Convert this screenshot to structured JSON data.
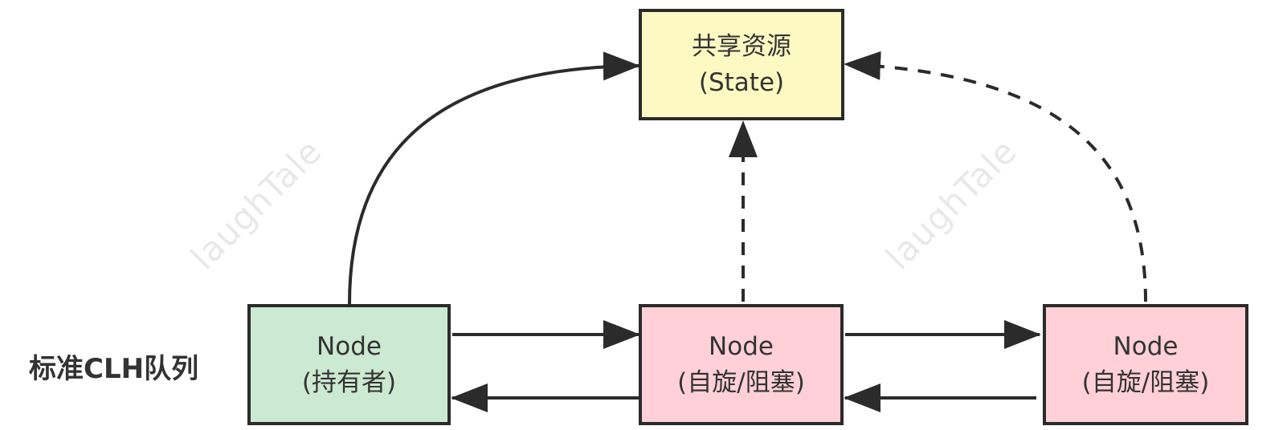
{
  "colors": {
    "state_fill": "#fcf9c2",
    "holder_fill": "#cce9d1",
    "waiting_fill": "#ffd0d8",
    "border": "#2b2b2b",
    "arrow": "#2b2b2b",
    "text": "#333333",
    "watermark": "#969696"
  },
  "shared_resource": {
    "line1": "共享资源",
    "line2": "(State)"
  },
  "queue_label": "标准CLH队列",
  "nodes": [
    {
      "line1": "Node",
      "line2": "(持有者)",
      "fill": "#cce9d1"
    },
    {
      "line1": "Node",
      "line2": "(自旋/阻塞)",
      "fill": "#ffd0d8"
    },
    {
      "line1": "Node",
      "line2": "(自旋/阻塞)",
      "fill": "#ffd0d8"
    }
  ],
  "watermark": "laughTale"
}
